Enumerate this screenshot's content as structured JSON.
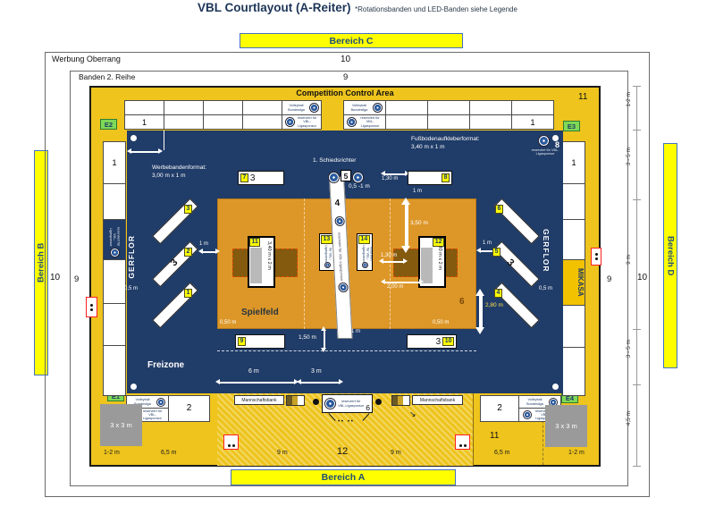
{
  "title": {
    "main": "VBL Courtlayout (A-Reiter)",
    "note": "*Rotationsbanden und LED-Banden siehe Legende"
  },
  "areas": {
    "a": "Bereich A",
    "b": "Bereich B",
    "c": "Bereich C",
    "d": "Bereich D"
  },
  "rings": {
    "outer_label": "Werbung Oberrang",
    "inner_label": "Banden 2. Reihe"
  },
  "labels": {
    "cca": "Competition Control Area",
    "freizone": "Freizone",
    "spielfeld": "Spielfeld",
    "referee": "1. Schiedsrichter",
    "werbeband_line1": "Werbebandenformat:",
    "werbeband_line2": "3,00 m x 1 m",
    "boden_line1": "Fußbodenaufkleberformat:",
    "boden_line2": "3,40 m x 1 m",
    "bench": "Mannschaftsbank",
    "gerflor": "GERFLOR",
    "mikasa": "MIKASA",
    "sponsor_small": "reserviert für VBL-Ligasponsor",
    "liga_small": "Volleyball Bundesliga",
    "sticker_size": "3,40 m x 2 m",
    "square": "3 x 3 m"
  },
  "etags": {
    "e1": "E1",
    "e2": "E2",
    "e3": "E3",
    "e4": "E4"
  },
  "nums": {
    "n1": "1",
    "n2": "2",
    "n3": "3",
    "n4": "4",
    "n5": "5",
    "n6": "6",
    "n7": "7",
    "n8": "8",
    "n9": "9",
    "n10": "10",
    "n11": "11",
    "n12": "12",
    "n13": "13",
    "n14": "14"
  },
  "dims": {
    "d05_1": "0,5 -1 m",
    "d130": "1,30 m",
    "d1": "1 m",
    "d350": "3,50 m",
    "d200": "2,00 m",
    "d280": "2,80 m",
    "d150": "1,50 m",
    "d050": "0,50 m",
    "d6": "6 m",
    "d3": "3 m",
    "d05": "0,5 m",
    "d12m": "1-2 m",
    "d65": "6,5 m",
    "d9": "9 m",
    "d35": "3 - 5 m",
    "d45": "4,5 m"
  },
  "colors": {
    "gold": "#eec41d",
    "navy": "#203c68",
    "court_orange": "#dd9728",
    "tag_yellow": "#ffff00",
    "tag_green": "#7ed957",
    "camera_red": "#ff1f1f",
    "bereich_yellow": "#ffff00",
    "bereich_blue": "#1f4e79"
  }
}
